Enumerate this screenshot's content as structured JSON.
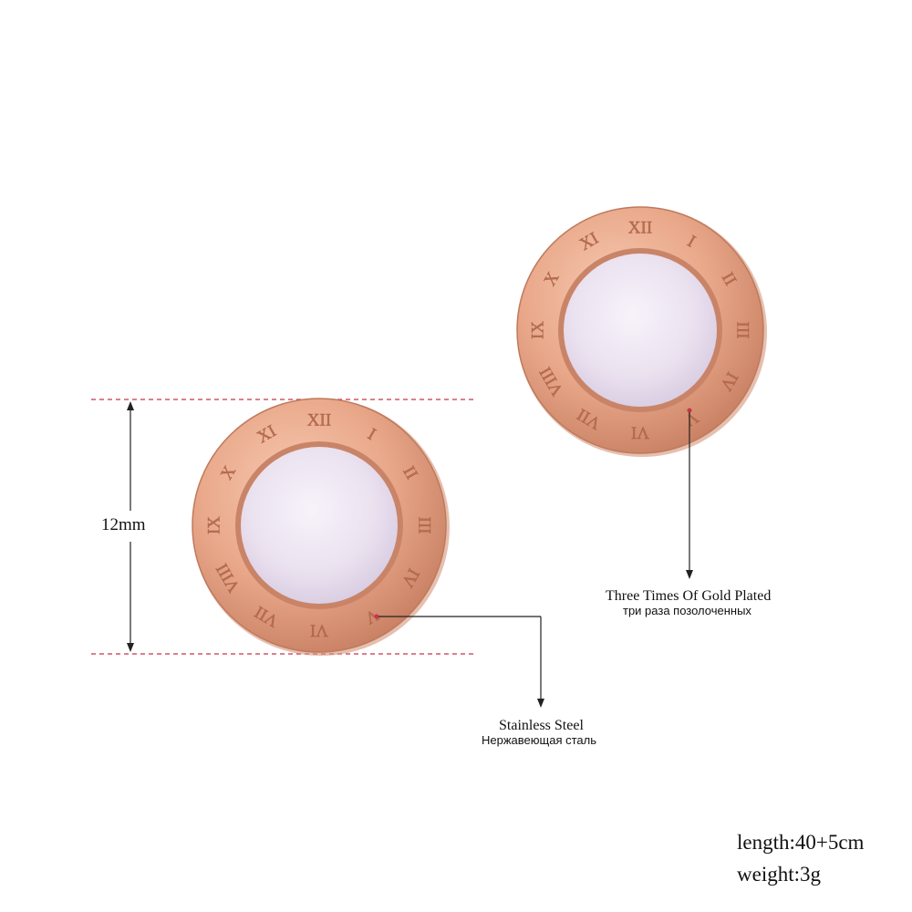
{
  "dimension": {
    "label": "12mm"
  },
  "callouts": {
    "plating_en": "Three Times Of Gold Plated",
    "plating_ru": "три раза позолоченных",
    "material_en": "Stainless Steel",
    "material_ru": "Нержавеющая сталь"
  },
  "specs": {
    "length": "length:40+5cm",
    "weight": "weight:3g"
  },
  "earring": {
    "numerals": [
      "I",
      "II",
      "III",
      "IV",
      "V",
      "VI",
      "VII",
      "VIII",
      "IX",
      "X",
      "XI",
      "XII"
    ]
  },
  "colors": {
    "rose_gold": "#e9a789",
    "rose_gold_dark": "#c77f62",
    "pearl": "#eee6f2",
    "guide_red": "#c8344a"
  }
}
